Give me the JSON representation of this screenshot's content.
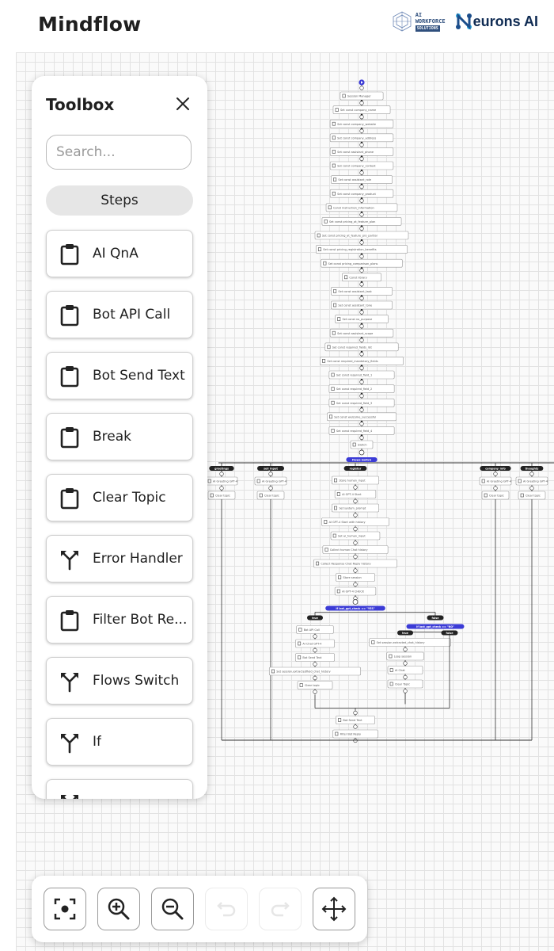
{
  "header": {
    "title": "Mindflow",
    "logo_aiwf": {
      "line1": "AI",
      "line2": "WORKFORCE",
      "line3": "SOLUTIONS"
    },
    "logo_neurons": {
      "text": "eurons AI"
    }
  },
  "toolbox": {
    "title": "Toolbox",
    "search_placeholder": "Search...",
    "section_label": "Steps",
    "items": [
      {
        "label": "AI QnA",
        "icon": "clipboard-icon"
      },
      {
        "label": "Bot API Call",
        "icon": "clipboard-icon"
      },
      {
        "label": "Bot Send Text",
        "icon": "clipboard-icon"
      },
      {
        "label": "Break",
        "icon": "clipboard-icon"
      },
      {
        "label": "Clear Topic",
        "icon": "clipboard-icon"
      },
      {
        "label": "Error Handler",
        "icon": "branch-icon"
      },
      {
        "label": "Filter Bot Re...",
        "icon": "clipboard-icon"
      },
      {
        "label": "Flows Switch",
        "icon": "branch-icon"
      },
      {
        "label": "If",
        "icon": "branch-icon"
      },
      {
        "label": "",
        "icon": "branch-icon"
      }
    ]
  },
  "controls": [
    {
      "name": "fit-view",
      "icon": "fit-view-icon",
      "enabled": true
    },
    {
      "name": "zoom-in",
      "icon": "zoom-in-icon",
      "enabled": true
    },
    {
      "name": "zoom-out",
      "icon": "zoom-out-icon",
      "enabled": true
    },
    {
      "name": "undo",
      "icon": "undo-icon",
      "enabled": false
    },
    {
      "name": "redo",
      "icon": "redo-icon",
      "enabled": false
    },
    {
      "name": "pan",
      "icon": "move-icon",
      "enabled": true
    }
  ],
  "flow": {
    "accent_color": "#3b3bd6",
    "main_chain": [
      "Session Manager",
      "Set const company_name",
      "Set const company_website",
      "Set const company_address",
      "Set const assistant_phone",
      "Set const company_context",
      "Set const assistant_role",
      "Set const company_product",
      "Const instruction_information",
      "Set const pricing_at_feature_plan",
      "Set const pricing_at_feature_pro_partial",
      "Set const pricing_registration_benefits",
      "Set const pricing_comparison_plans",
      "Const library",
      "Set const assistant_task",
      "Set const assistant_tone",
      "Set const no_purpose",
      "Set const assistant_scope",
      "Set const required_fields_list",
      "Set const required_mandatory_fields",
      "Set const required_field_1",
      "Set const required_field_2",
      "Set const required_field_3",
      "Set const welcome_successful",
      "Set const required_field_4",
      "Switch"
    ],
    "switch_label": "Flows Switch",
    "branch_labels": [
      "greetings",
      "sell_input",
      "register",
      "company_info",
      "thoughts"
    ],
    "register_chain": [
      "Store human_input",
      "AI GPT-4 Start",
      "Set system_prompt",
      "AI GPT-4 Start with history",
      "Set ai_human_input",
      "Collect human Chat history",
      "Collect Response Chat Reply history",
      "Store session",
      "AI GPT-4 CHECK"
    ],
    "if_label": "If last_gpt_check == \"YES\"",
    "if2_label": "If last_gpt_check == \"NO\"",
    "true_label": "true",
    "false_label": "false",
    "true_chain": [
      "Bot API Call",
      "AI Chat GPT-4",
      "Bot Send Text",
      "Set session.extractedfield_chat_history",
      "Clear topic"
    ],
    "false_chain": [
      "Set session.extracted_chat_history",
      "Loop session",
      "AI Chat",
      "Clear Topic"
    ],
    "side_chain": [
      "AI Greeting GPT-4",
      "Clear topic"
    ],
    "end_chain": [
      "Bot Send Text",
      "Filter Bot Reply"
    ]
  }
}
